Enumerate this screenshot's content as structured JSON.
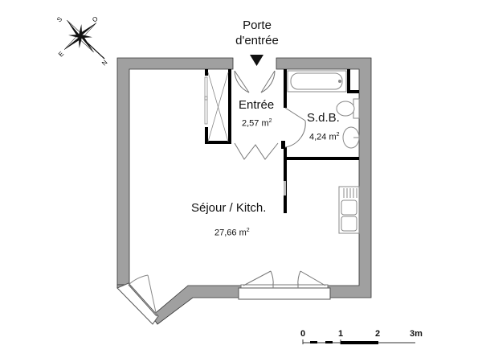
{
  "plan": {
    "entrance_label_line1": "Porte",
    "entrance_label_line2": "d'entrée",
    "colors": {
      "wall": "#a0a0a0",
      "wall_outline": "#333333",
      "partition": "#000000",
      "fixture": "#888888"
    },
    "rooms": [
      {
        "name": "Entrée",
        "area_value": "2,57 m",
        "area_unit_exp": "2"
      },
      {
        "name": "S.d.B.",
        "area_value": "4,24 m",
        "area_unit_exp": "2"
      },
      {
        "name": "Séjour / Kitch.",
        "area_value": "27,66 m",
        "area_unit_exp": "2"
      }
    ]
  },
  "compass": {
    "icon": "compass-rose-icon",
    "directions": {
      "north": "N",
      "south": "S",
      "east": "E",
      "west": "O"
    }
  },
  "scale_bar": {
    "ticks": [
      "0",
      "1",
      "2",
      "3m"
    ]
  }
}
